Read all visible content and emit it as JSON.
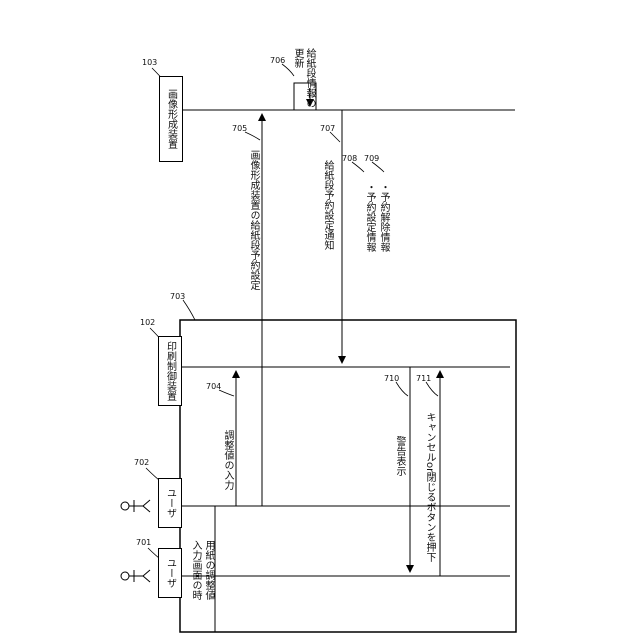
{
  "labels": {
    "device_103": "画像形成装置",
    "device_102": "印刷制御装置",
    "user_702": "ユーザ",
    "user_701": "ユーザ",
    "frame_caption_line1": "用紙の調整値",
    "frame_caption_line2": "入力画面の時",
    "msg_704": "調整値の入力",
    "msg_705": "画像形成装置の給紙段予約設定",
    "msg_706_line1": "給紙段情報の",
    "msg_706_line2": "更新",
    "msg_707": "給紙段予約設定通知",
    "msg_708": "・予約設定情報",
    "msg_709": "・予約解除情報",
    "msg_710": "警告表示",
    "msg_711": "キャンセルor閉じるボタンを押下"
  },
  "refs": {
    "r101": "701",
    "r102": "102",
    "r103": "103",
    "r702": "702",
    "r703": "703",
    "r704": "704",
    "r705": "705",
    "r706": "706",
    "r707": "707",
    "r708": "708",
    "r709": "709",
    "r710": "710",
    "r711": "711"
  }
}
